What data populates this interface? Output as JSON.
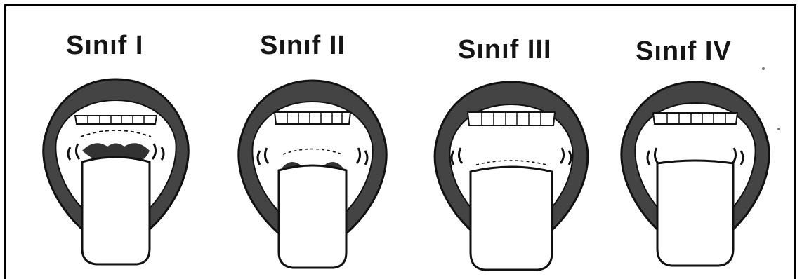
{
  "classes": [
    {
      "label": "Sınıf I"
    },
    {
      "label": "Sınıf II"
    },
    {
      "label": "Sınıf III"
    },
    {
      "label": "Sınıf IV"
    }
  ]
}
